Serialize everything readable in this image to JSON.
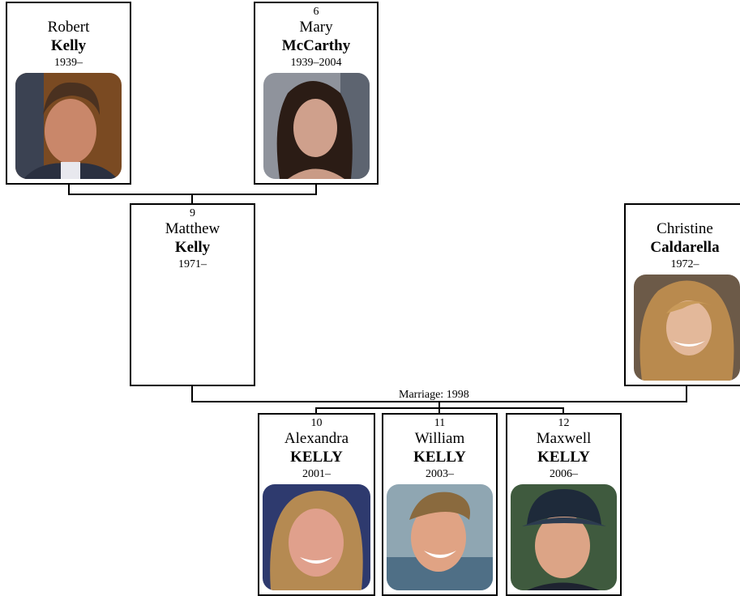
{
  "people": {
    "robert": {
      "number": "",
      "first": "Robert",
      "last": "Kelly",
      "years": "1939–"
    },
    "mary": {
      "number": "6",
      "first": "Mary",
      "last": "McCarthy",
      "years": "1939–2004"
    },
    "matthew": {
      "number": "9",
      "first": "Matthew",
      "last": "Kelly",
      "years": "1971–"
    },
    "christine": {
      "number": "",
      "first": "Christine",
      "last": "Caldarella",
      "years": "1972–"
    },
    "alexandra": {
      "number": "10",
      "first": "Alexandra",
      "last": "KELLY",
      "years": "2001–"
    },
    "william": {
      "number": "11",
      "first": "William",
      "last": "KELLY",
      "years": "2003–"
    },
    "maxwell": {
      "number": "12",
      "first": "Maxwell",
      "last": "KELLY",
      "years": "2006–"
    }
  },
  "marriage": {
    "label": "Marriage: 1998"
  }
}
